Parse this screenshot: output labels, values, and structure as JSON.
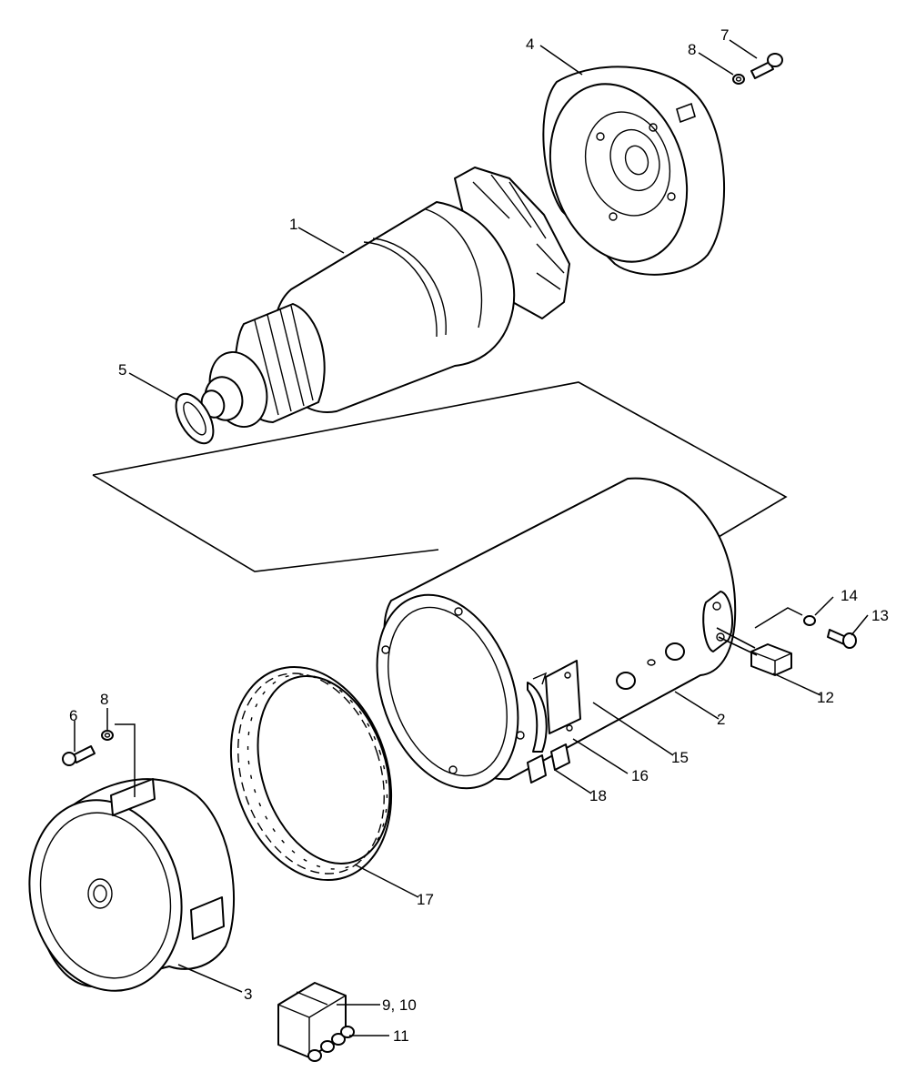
{
  "diagram": {
    "callouts": {
      "c1": "1",
      "c2": "2",
      "c3": "3",
      "c4": "4",
      "c5": "5",
      "c6": "6",
      "c7": "7",
      "c8a": "8",
      "c8b": "8",
      "c9_10": "9, 10",
      "c11": "11",
      "c12": "12",
      "c13": "13",
      "c14": "14",
      "c15": "15",
      "c16": "16",
      "c17": "17",
      "c18": "18"
    }
  }
}
